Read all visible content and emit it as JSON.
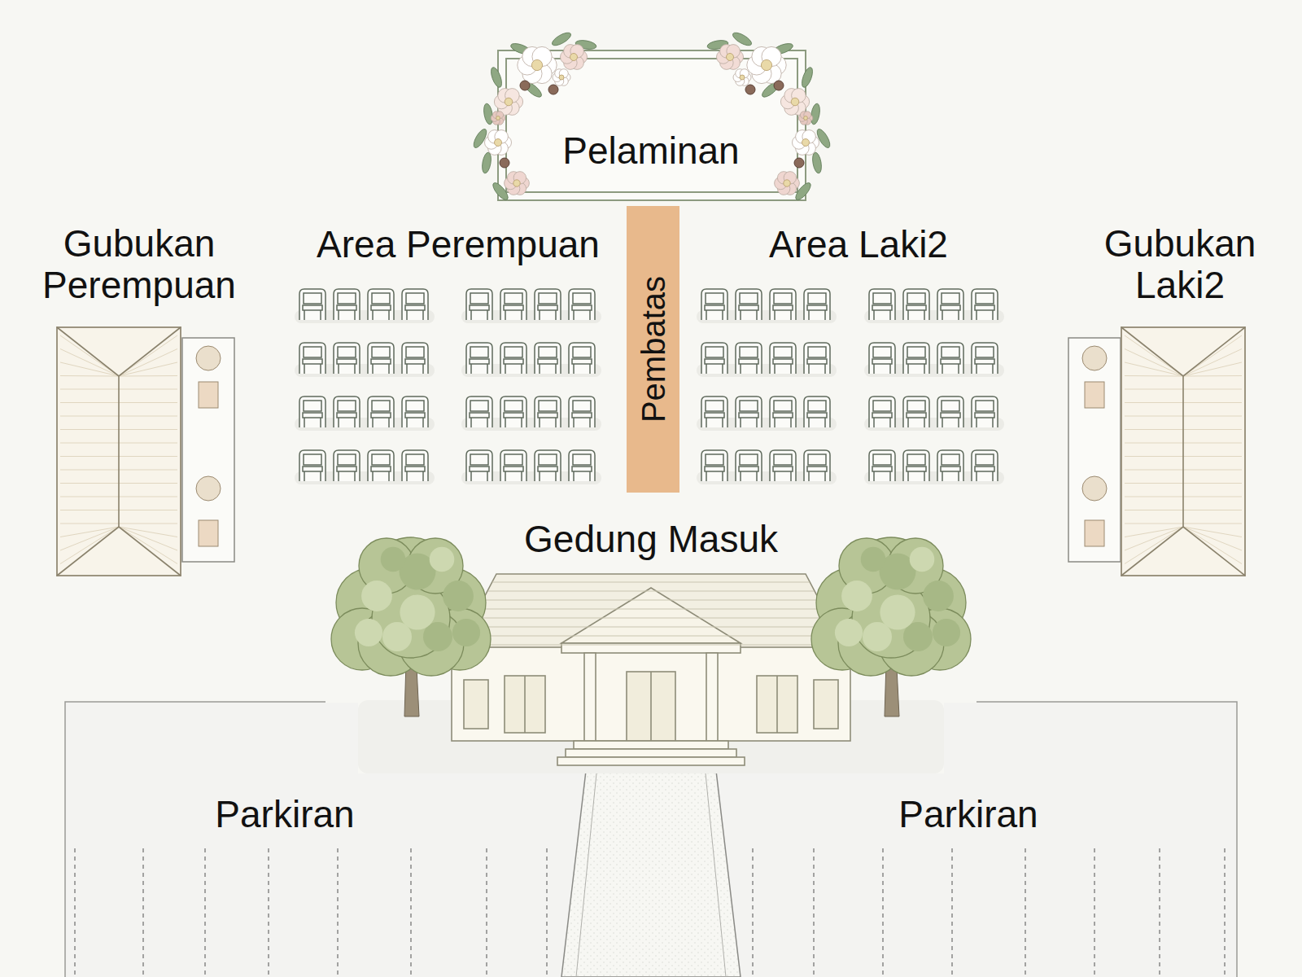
{
  "diagram": {
    "nodes": [
      {
        "text": [
          "Pelaminan"
        ]
      },
      {
        "text": [
          "Gubukan Perempuan"
        ]
      },
      {
        "text": [
          "Pembatas"
        ]
      },
      {
        "text": [
          "Gubukan Laki2"
        ]
      },
      {
        "text": [
          "Gedung Masuk"
        ]
      },
      {
        "text": [
          "Parkiran"
        ]
      },
      {
        "text": [
          "Parkiran"
        ]
      }
    ],
    "labels": [
      "Area Perempuan",
      "Area Laki2"
    ]
  }
}
